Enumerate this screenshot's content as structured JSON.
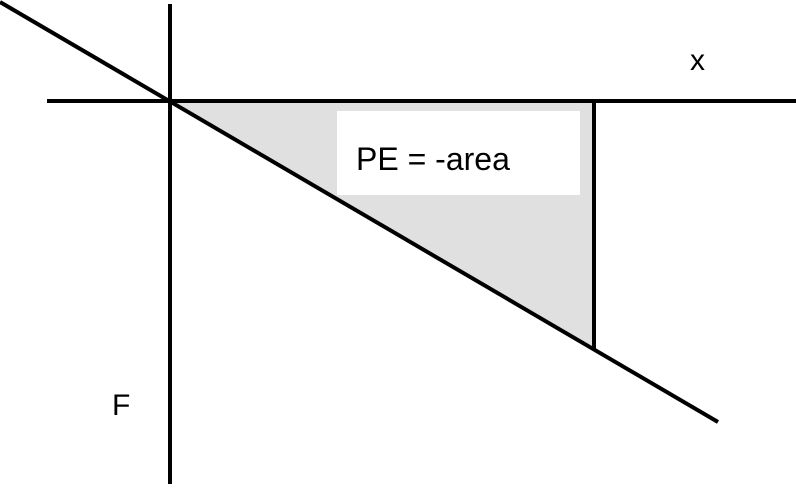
{
  "labels": {
    "x_axis": "x",
    "f_axis": "F",
    "area": "PE = -area"
  },
  "colors": {
    "line": "#000000",
    "shaded_area": "#e0e0e0",
    "label_box": "#ffffff",
    "background": "#ffffff"
  }
}
